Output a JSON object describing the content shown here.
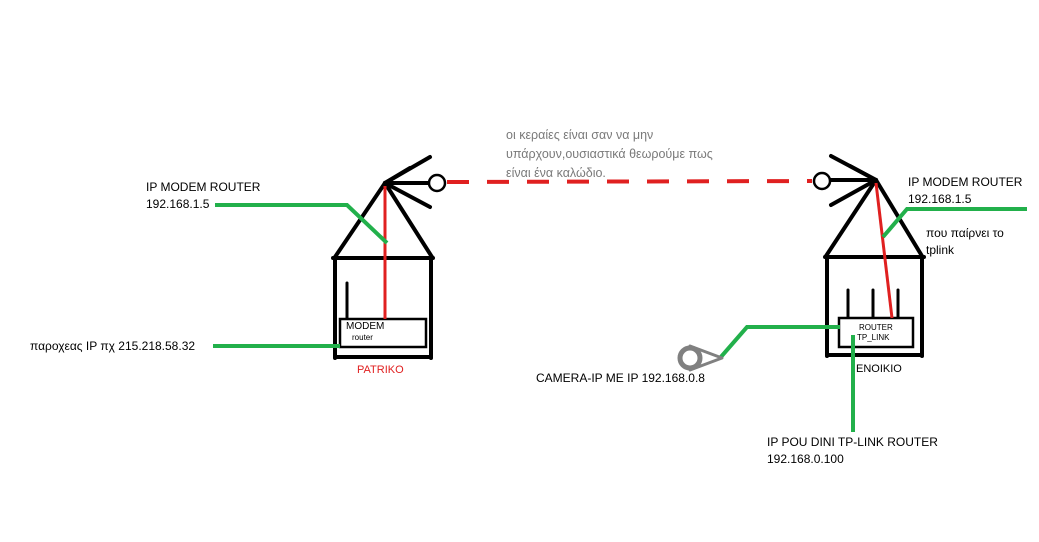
{
  "note": {
    "line1": "οι κεραίες είναι σαν να μην",
    "line2": "υπάρχουν,ουσιαστικά θεωρούμε πως",
    "line3": "είναι ένα καλώδιο."
  },
  "left": {
    "ip_label": "IP MODEM ROUTER",
    "ip_value": "192.168.1.5",
    "isp_label": "παροχεας IP πχ 215.218.58.32",
    "modem_title": "MODEM",
    "modem_sub": "router",
    "site_name": "PATRIKO"
  },
  "right": {
    "ip_label": "IP MODEM ROUTER",
    "ip_value": "192.168.1.5",
    "tplink_note_1": "που παίρνει το",
    "tplink_note_2": "tplink",
    "router_title": "ROUTER",
    "router_sub": "TP_LINK",
    "site_name": "ΕΝΟΙΚΙΟ",
    "camera_label": "CAMERA-IP ME IP 192.168.0.8",
    "dini_label": "IP POU DINI TP-LINK ROUTER",
    "dini_value": "192.168.0.100"
  },
  "colors": {
    "green": "#22b04b",
    "red": "#e02020",
    "black": "#000000",
    "note_gray": "#7a7a7a",
    "camera_gray": "#808080"
  }
}
